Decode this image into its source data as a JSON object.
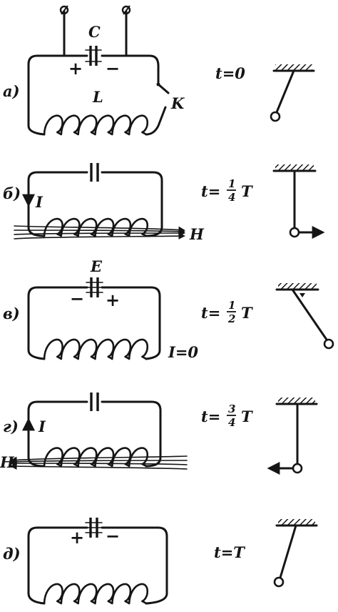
{
  "panels": [
    {
      "id": "a",
      "marker": "а)",
      "time_label": "t=0",
      "capacitor_label": "C",
      "inductor_label": "L",
      "switch_label": "K",
      "left_charge": "+",
      "right_charge": "−",
      "pendulum_state": "displaced-left"
    },
    {
      "id": "b",
      "marker": "б)",
      "time_label": {
        "prefix": "t=",
        "num": "1",
        "den": "4",
        "suffix": "T"
      },
      "current_label": "I",
      "field_label": "H",
      "pendulum_state": "vertical-moving-right"
    },
    {
      "id": "c",
      "marker": "в)",
      "time_label": {
        "prefix": "t=",
        "num": "1",
        "den": "2",
        "suffix": "T"
      },
      "field_label": "E",
      "current_zero_label": "I=0",
      "left_charge": "−",
      "right_charge": "+",
      "pendulum_state": "displaced-right"
    },
    {
      "id": "d",
      "marker": "г)",
      "time_label": {
        "prefix": "t=",
        "num": "3",
        "den": "4",
        "suffix": "T"
      },
      "current_label": "I",
      "field_label": "H",
      "pendulum_state": "vertical-moving-left"
    },
    {
      "id": "e",
      "marker": "д)",
      "time_label": "t=T",
      "left_charge": "+",
      "right_charge": "−",
      "pendulum_state": "displaced-left"
    }
  ]
}
